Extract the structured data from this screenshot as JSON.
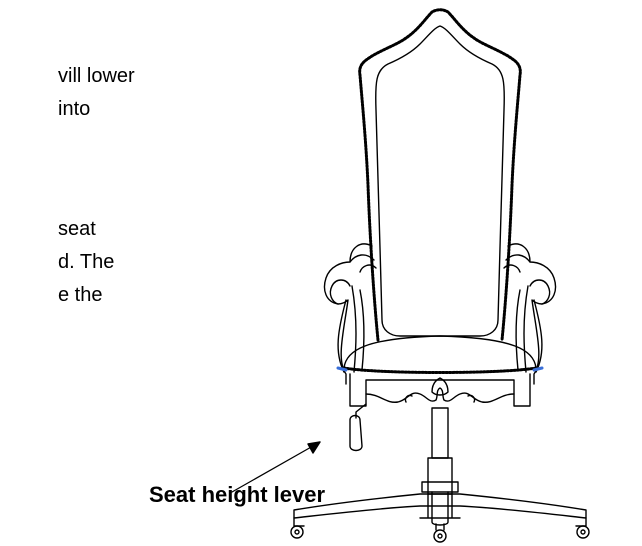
{
  "text_fragments": [
    "vill lower",
    "into",
    "seat",
    "d. The",
    "e the"
  ],
  "callout": {
    "label": "Seat height lever"
  },
  "colors": {
    "line": "#000000",
    "seat_accent": "#3a6fd8"
  }
}
